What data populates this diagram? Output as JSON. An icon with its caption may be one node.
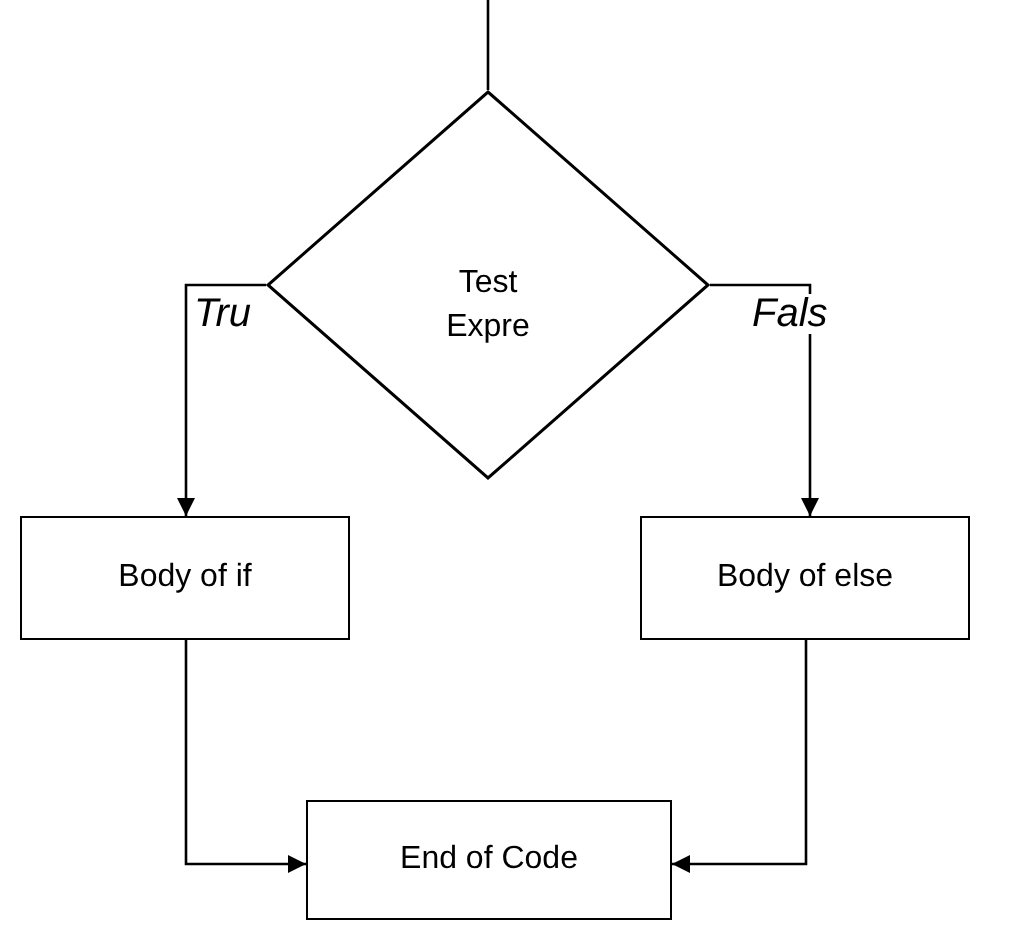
{
  "diagram": {
    "nodes": [
      {
        "text": [
          "Test Expre"
        ]
      },
      {
        "text": [
          "Body of if"
        ]
      },
      {
        "text": [
          "Body of else"
        ]
      },
      {
        "text": [
          "End of Code"
        ]
      }
    ],
    "edges": [
      {
        "from": null,
        "to": 0,
        "arrow": "none"
      },
      {
        "from": 0,
        "to": 1,
        "arrow": "to",
        "label": "Tru"
      },
      {
        "from": 0,
        "to": 2,
        "arrow": "to",
        "label": "Fals"
      },
      {
        "from": 1,
        "to": 3,
        "arrow": "to"
      },
      {
        "from": 2,
        "to": 3,
        "arrow": "to"
      }
    ]
  }
}
